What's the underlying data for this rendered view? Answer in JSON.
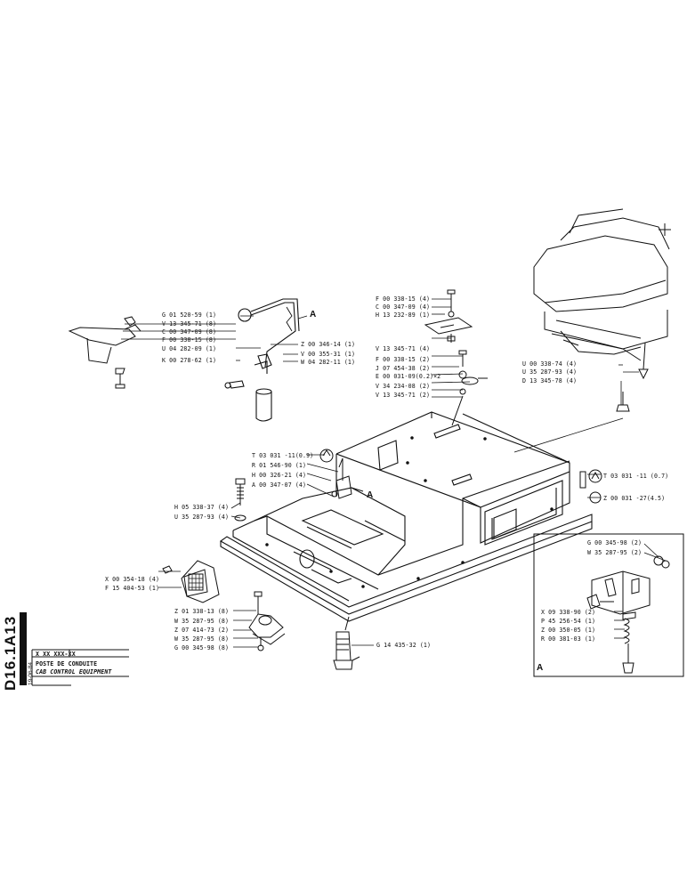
{
  "title_block": {
    "code_top": "A13",
    "code_bottom": "D16.1",
    "ref": "X XX XXX-XX",
    "date": "19-06-84",
    "title_fr": "POSTE DE CONDUITE",
    "title_en": "CAB CONTROL EQUIPMENT"
  },
  "detail_marker": "A",
  "callouts": {
    "lever_A": "A",
    "bracket_A": "A"
  },
  "labels_left_top": [
    "G 01 520-59 (1)",
    "V 13 345-71 (8)",
    "C 00 347-09 (8)",
    "F 00 338-15 (8)",
    "U 04 282-09 (1)",
    "K 00 278-62 (1)"
  ],
  "labels_lever_right": [
    "Z 00 346-14 (1)",
    "V 00 355-31 (1)",
    "W 04 282-11 (1)"
  ],
  "labels_center_top": [
    "F 00 338-15 (4)",
    "C 00 347-09 (4)",
    "H 13 232-89 (1)"
  ],
  "labels_center_mid": [
    "V 13 345-71 (4)",
    "F 00 338-15 (2)",
    "J 07 454-38 (2)",
    "E 00 031-09(0.2)×2",
    "V 34 234-08 (2)",
    "V 13 345-71 (2)"
  ],
  "labels_seat": [
    "U 00 338-74 (4)",
    "U 35 287-93 (4)",
    "D 13 345-78 (4)"
  ],
  "labels_floor_left": [
    "T 03 031 -11(0.9)",
    "R 01 546-90 (1)",
    "H 00 326-21 (4)",
    "A 00 347-07 (4)"
  ],
  "labels_bolt": [
    "H 05 338-37 (4)",
    "U 35 287-93 (4)"
  ],
  "labels_right_mid": [
    "T 03 031 -11 (0.7)",
    "Z 00 031 -27(4.5)"
  ],
  "labels_heater": [
    "X 00 354-18 (4)",
    "F 15 404-53 (1)"
  ],
  "labels_mount": [
    "Z 01 338-13 (8)",
    "W 35 287-95 (8)",
    "Z 07 414-73 (2)",
    "W 35 287-95 (8)",
    "G 00 345-98 (8)"
  ],
  "label_plug": "G 14 435-32 (1)",
  "labels_detail_top": [
    "G 00 345-98 (2)",
    "W 35 287-95 (2)"
  ],
  "labels_detail_bottom": [
    "X 09 338-90 (2)",
    "P 45 256-54 (1)",
    "Z 00 350-05 (1)",
    "R 00 381-03 (1)"
  ]
}
